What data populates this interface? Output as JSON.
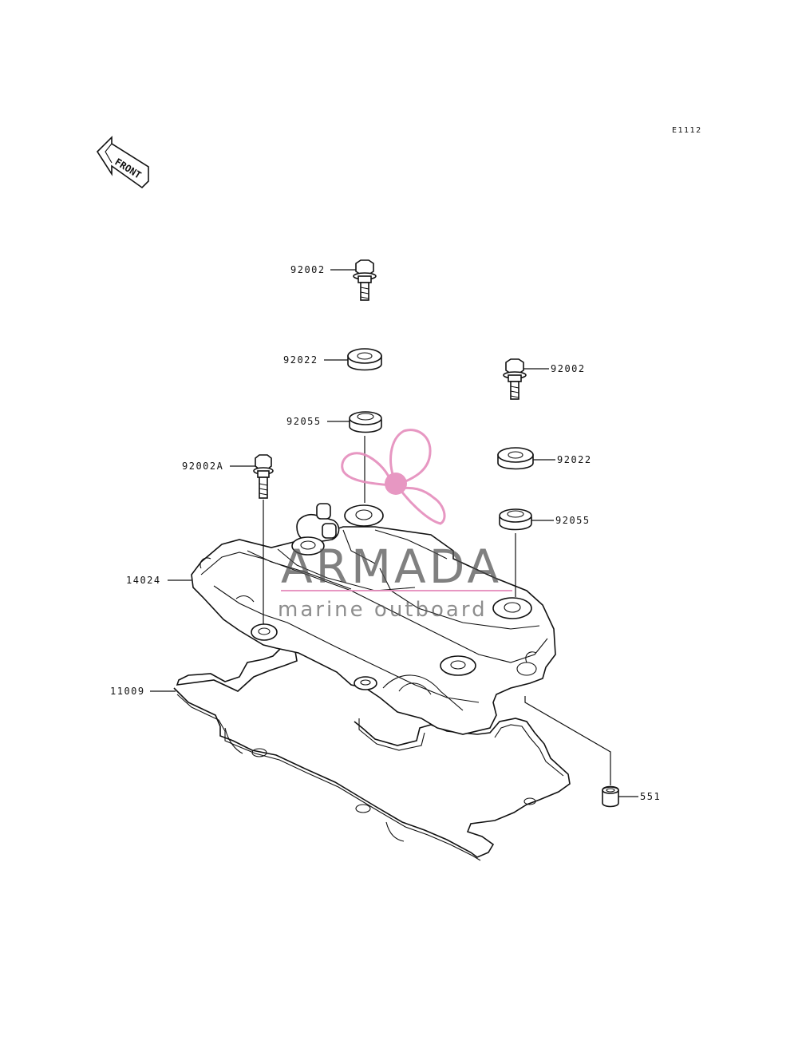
{
  "diagram": {
    "code": "E1112",
    "front_label": "FRONT",
    "parts": [
      {
        "id": "bolt-top",
        "label": "92002"
      },
      {
        "id": "washer-top",
        "label": "92022"
      },
      {
        "id": "grommet-top",
        "label": "92055"
      },
      {
        "id": "bolt-right",
        "label": "92002"
      },
      {
        "id": "washer-right",
        "label": "92022"
      },
      {
        "id": "grommet-right",
        "label": "92055"
      },
      {
        "id": "bolt-left",
        "label": "92002A"
      },
      {
        "id": "cover",
        "label": "14024"
      },
      {
        "id": "gasket",
        "label": "11009"
      },
      {
        "id": "dowel",
        "label": "551"
      }
    ]
  },
  "watermark": {
    "brand": "ARMADA",
    "tagline": "marine outboard",
    "brand_color": "#e58fbd"
  }
}
